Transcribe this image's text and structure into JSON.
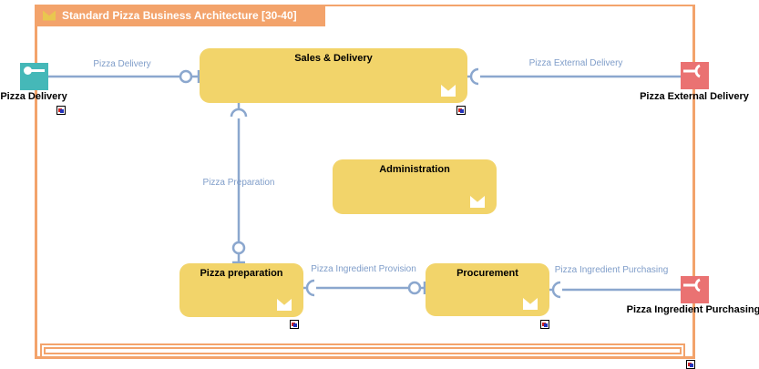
{
  "title": {
    "text": "Standard Pizza Business Architecture [30-40]"
  },
  "functions": {
    "sales": "Sales & Delivery",
    "administration": "Administration",
    "preparation": "Pizza preparation",
    "procurement": "Procurement"
  },
  "interfaces": {
    "pizza_delivery": "Pizza Delivery",
    "pizza_external_delivery": "Pizza External Delivery",
    "pizza_ingredient_purchasing": "Pizza Ingredient Purchasing"
  },
  "flows": {
    "pizza_delivery": "Pizza Delivery",
    "pizza_external_delivery": "Pizza External Delivery",
    "pizza_preparation": "Pizza Preparation",
    "pizza_ingredient_provision": "Pizza Ingredient Provision",
    "pizza_ingredient_purchasing": "Pizza Ingredient Purchasing"
  },
  "icons": {
    "title_marker": "business-function-banner",
    "box_marker": "business-function-banner",
    "teal_glyph": "provided-interface-ball",
    "pink_glyph": "required-interface-socket",
    "small_square": "assignment-reference"
  },
  "colors": {
    "frame_orange": "#F3A36B",
    "function_yellow": "#F2D46A",
    "interface_teal": "#45B8B8",
    "interface_pink": "#EA7272",
    "connector_blue": "#8BA7CE",
    "flow_label_blue": "#7F9DC9"
  }
}
